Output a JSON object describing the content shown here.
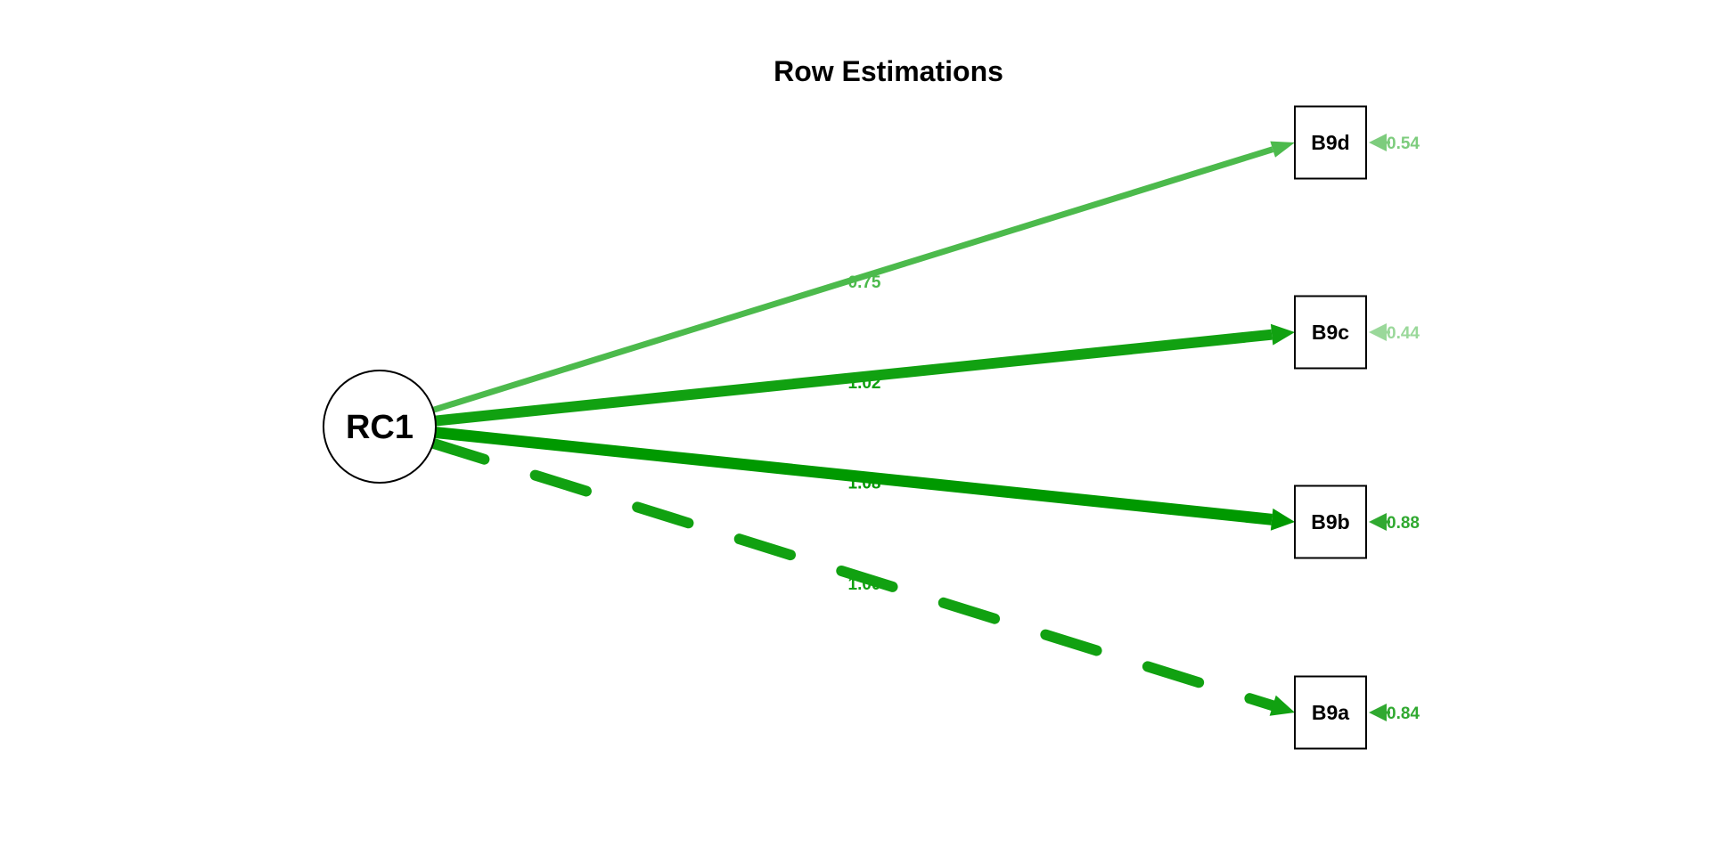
{
  "title": "Row Estimations",
  "latent": {
    "label": "RC1"
  },
  "indicators": [
    {
      "label": "B9d",
      "loading": "0.75",
      "residual": "0.54",
      "color": "#4cba4c",
      "residual_color": "#7dcc7d",
      "width": 7,
      "dashed": false
    },
    {
      "label": "B9c",
      "loading": "1.02",
      "residual": "0.44",
      "color": "#11a111",
      "residual_color": "#9ad89a",
      "width": 12,
      "dashed": false
    },
    {
      "label": "B9b",
      "loading": "1.08",
      "residual": "0.88",
      "color": "#009900",
      "residual_color": "#30a930",
      "width": 13,
      "dashed": false
    },
    {
      "label": "B9a",
      "loading": "1.00",
      "residual": "0.84",
      "color": "#11a111",
      "residual_color": "#30a930",
      "width": 12,
      "dashed": true
    }
  ]
}
